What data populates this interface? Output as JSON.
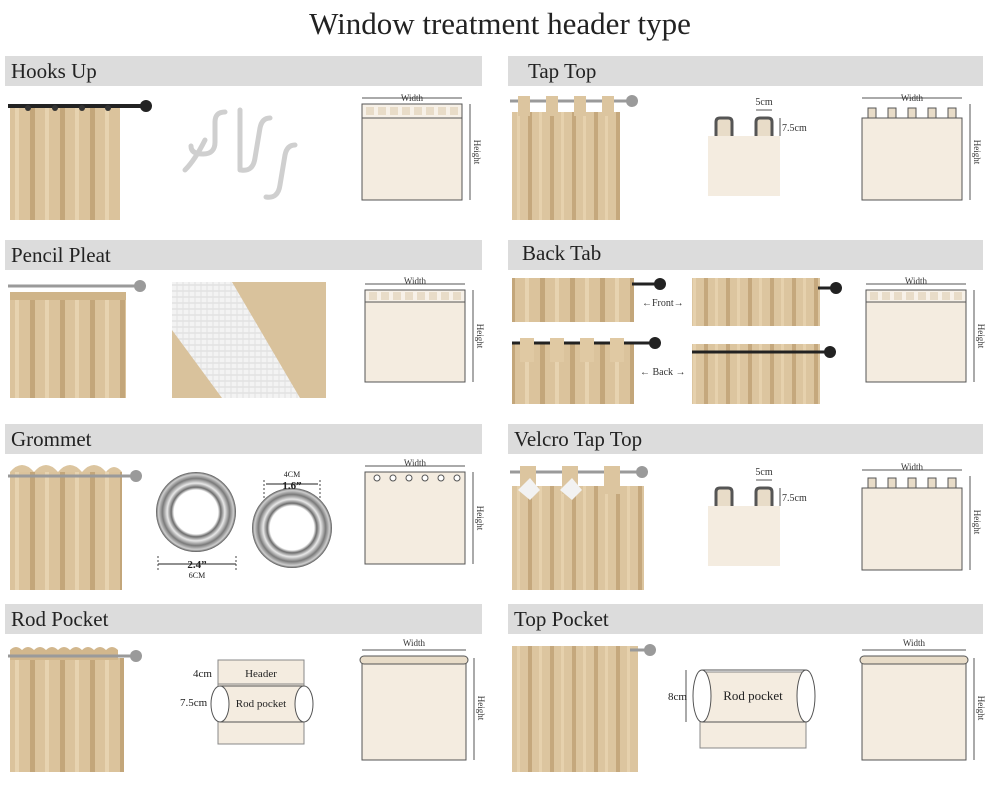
{
  "title": "Window treatment header type",
  "colors": {
    "fabric": "#d9c29c",
    "fabric_dark": "#c2a57a",
    "panel": "#f4ece0",
    "panel_border": "#555555",
    "band": "#dcdcdc",
    "rod": "#222222",
    "rod_silver": "#9a9a9a",
    "tape": "#f2f2f2"
  },
  "labels": {
    "width": "Width",
    "height": "Height"
  },
  "sections": {
    "hooks_up": {
      "title": "Hooks Up"
    },
    "tap_top": {
      "title": "Tap Top",
      "tab_width": "5cm",
      "tab_height": "7.5cm"
    },
    "pencil_pleat": {
      "title": "Pencil Pleat"
    },
    "back_tab": {
      "title": "Back Tab",
      "front": "←Front→",
      "back": "← Back →"
    },
    "grommet": {
      "title": "Grommet",
      "inner_cm": "4CM",
      "inner_in": "1.6”",
      "outer_in": "2.4”",
      "outer_cm": "6CM"
    },
    "velcro_tap_top": {
      "title": "Velcro Tap Top",
      "tab_width": "5cm",
      "tab_height": "7.5cm"
    },
    "rod_pocket": {
      "title": "Rod Pocket",
      "header": "Header",
      "pocket": "Rod pocket",
      "header_cm": "4cm",
      "pocket_cm": "7.5cm"
    },
    "top_pocket": {
      "title": "Top Pocket",
      "pocket": "Rod pocket",
      "pocket_cm": "8cm"
    }
  }
}
